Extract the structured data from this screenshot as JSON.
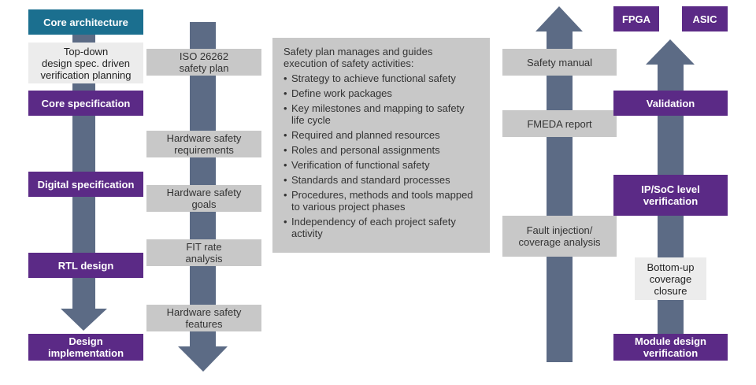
{
  "colors": {
    "arrow": "#5c6b85",
    "purple": "#5b2a86",
    "teal": "#1b6f8f",
    "gray_box": "#c8c8c8",
    "light_box": "#ececec"
  },
  "left_flow": {
    "top": "Core architecture",
    "note": "Top-down\ndesign spec. driven\nverification planning",
    "steps": [
      "Core specification",
      "Digital specification",
      "RTL design",
      "Design\nimplementation"
    ]
  },
  "safety_flow": {
    "items": [
      "ISO 26262\nsafety plan",
      "Hardware safety\nrequirements",
      "Hardware safety\ngoals",
      "FIT rate\nanalysis",
      "Hardware safety\nfeatures"
    ]
  },
  "center_panel": {
    "intro": "Safety plan manages and guides execution of safety activities:",
    "bullets": [
      "Strategy to achieve functional safety",
      "Define work packages",
      "Key milestones and mapping to safety life cycle",
      "Required and planned resources",
      "Roles and personal assignments",
      "Verification of functional safety",
      "Standards and standard processes",
      "Procedures, methods and tools mapped to various project phases",
      "Independency of each project safety activity"
    ]
  },
  "output_flow": {
    "items": [
      "Safety manual",
      "FMEDA report",
      "Fault injection/\ncoverage analysis"
    ]
  },
  "right_flow": {
    "targets": [
      "FPGA",
      "ASIC"
    ],
    "steps": [
      "Validation",
      "IP/SoC level\nverification",
      "Module design\nverification"
    ],
    "note": "Bottom-up\ncoverage\nclosure"
  }
}
